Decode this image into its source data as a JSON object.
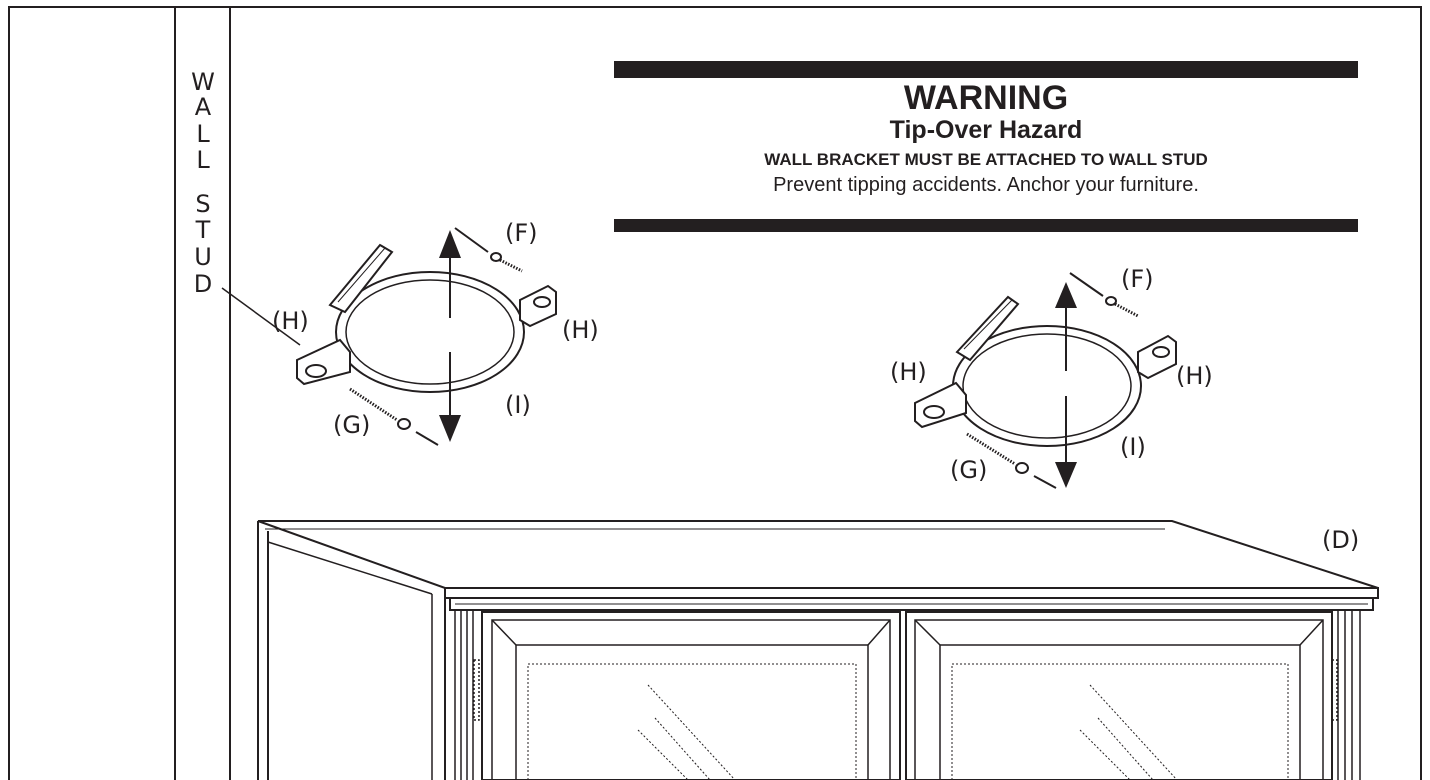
{
  "wall_stud": {
    "letters": [
      "W",
      "A",
      "L",
      "L",
      "S",
      "T",
      "U",
      "D"
    ]
  },
  "warning": {
    "title": "WARNING",
    "subtitle": "Tip-Over Hazard",
    "rule": "WALL BRACKET MUST BE ATTACHED TO WALL STUD",
    "message": "Prevent tipping accidents.  Anchor your furniture."
  },
  "callouts": {
    "f_left": "(F)",
    "h_left_outer": "(H)",
    "h_left_inner": "(H)",
    "i_left": "(I)",
    "g_left": "(G)",
    "f_right": "(F)",
    "h_right_outer": "(H)",
    "h_right_inner": "(H)",
    "i_right": "(I)",
    "g_right": "(G)",
    "d_cabinet": "(D)"
  }
}
